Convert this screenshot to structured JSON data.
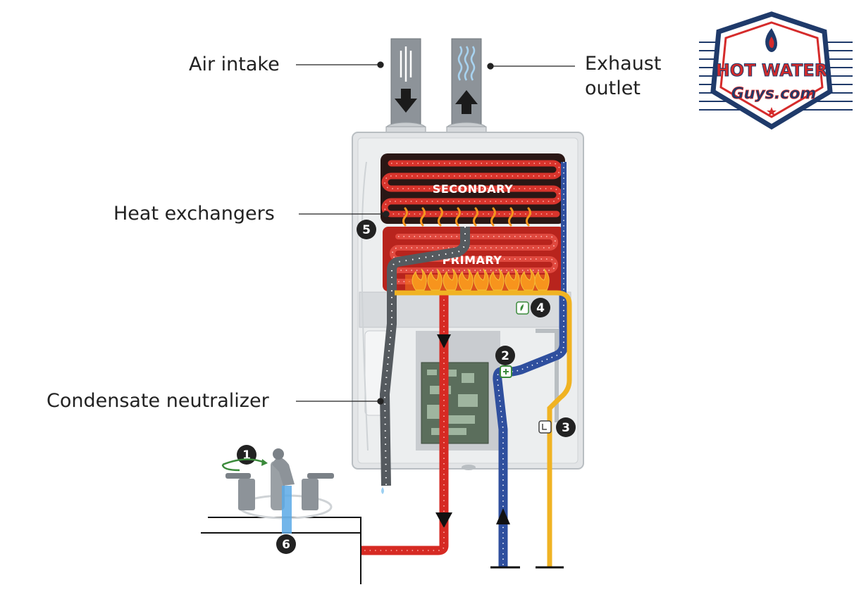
{
  "callouts": {
    "air_intake": "Air intake",
    "exhaust_outlet_line1": "Exhaust",
    "exhaust_outlet_line2": "outlet",
    "heat_exchangers": "Heat exchangers",
    "condensate_neutralizer": "Condensate neutralizer"
  },
  "zones": {
    "secondary": "SECONDARY",
    "primary": "PRIMARY"
  },
  "steps": [
    "1",
    "2",
    "3",
    "4",
    "5",
    "6"
  ],
  "logo": {
    "line1": "HOT WATER",
    "line2": "Guys.com"
  },
  "colors": {
    "hot_pipe": "#d62a23",
    "cold_pipe": "#2f4f9e",
    "gas_pipe": "#f0b323",
    "heat_exchanger": "#b5231c",
    "flame": "#f7941d",
    "logo_red": "#d52b2b",
    "logo_navy": "#1f3a6a"
  },
  "icons": [
    "faucet-icon",
    "rotate-arrow-icon",
    "flow-sensor-icon",
    "gas-valve-icon",
    "igniter-icon",
    "flame-icon"
  ]
}
